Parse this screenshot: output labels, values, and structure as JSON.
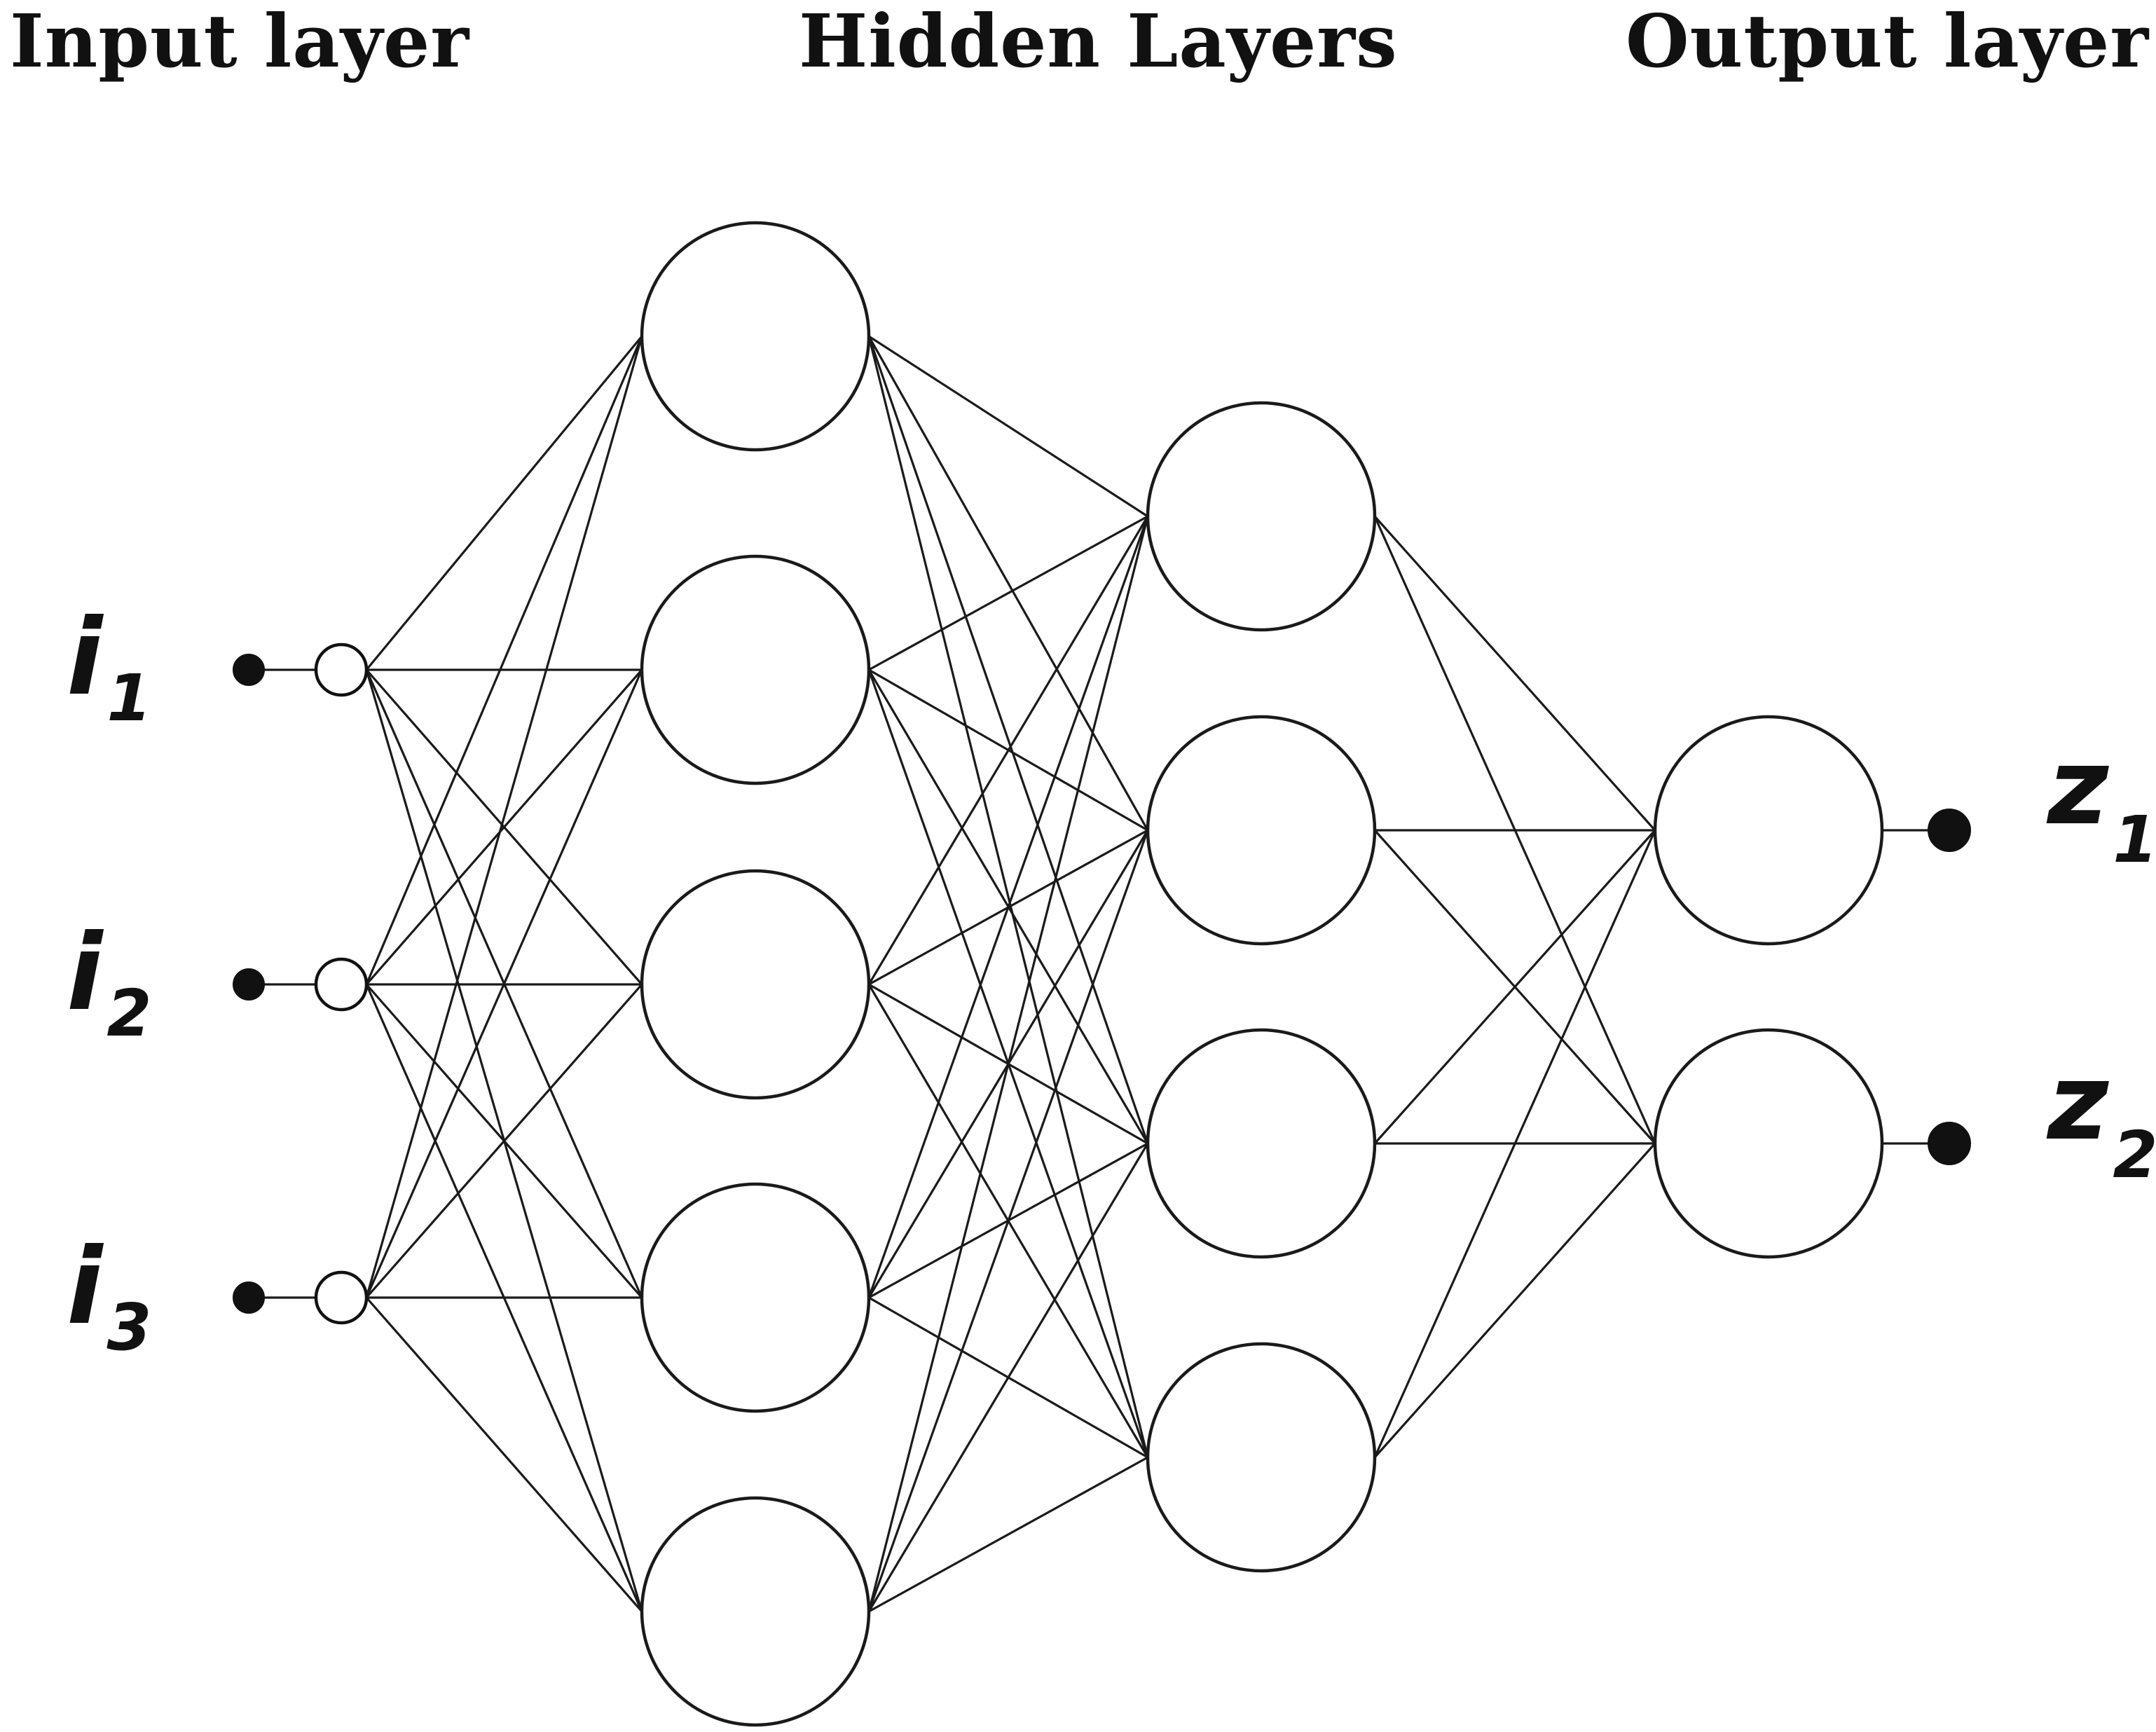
{
  "headings": {
    "input": "Input layer",
    "hidden": "Hidden Layers",
    "output": "Output layer"
  },
  "inputs": [
    {
      "main": "i",
      "sub": "1"
    },
    {
      "main": "i",
      "sub": "2"
    },
    {
      "main": "i",
      "sub": "3"
    }
  ],
  "outputs": [
    {
      "main": "z",
      "sub": "1"
    },
    {
      "main": "z",
      "sub": "2"
    }
  ],
  "network": {
    "layer_sizes": [
      3,
      5,
      4,
      2
    ],
    "fully_connected": true
  },
  "colors": {
    "stroke": "#1a1a1a",
    "background": "#ffffff"
  }
}
